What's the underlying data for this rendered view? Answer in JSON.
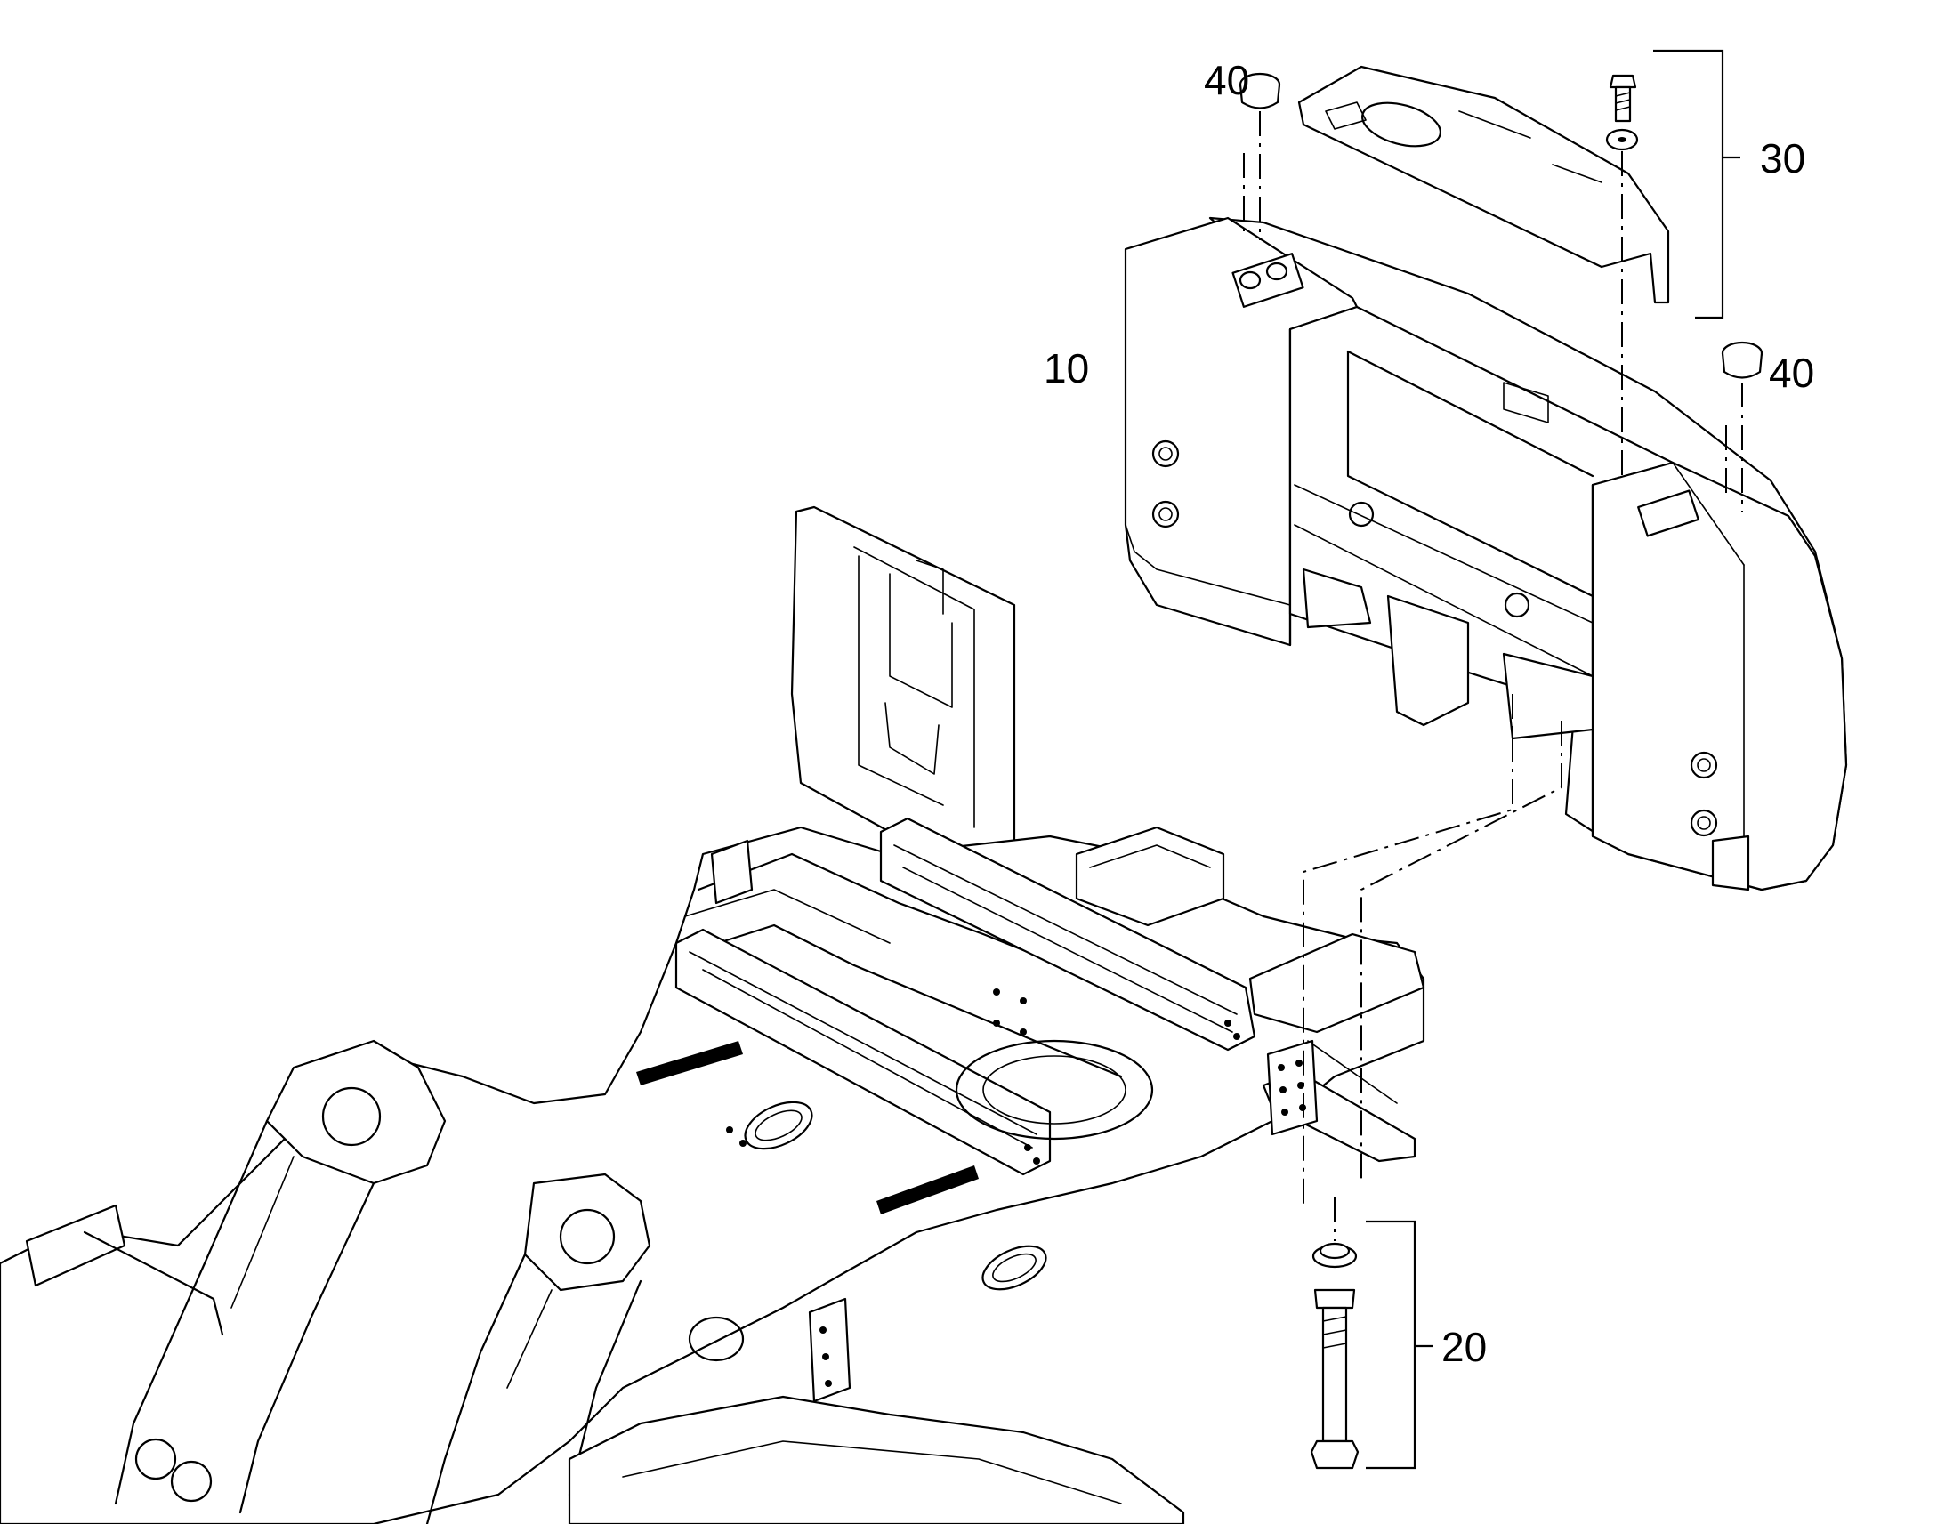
{
  "diagram": {
    "callouts": [
      {
        "id": "part-10",
        "label": "10"
      },
      {
        "id": "part-20",
        "label": "20"
      },
      {
        "id": "part-30",
        "label": "30"
      },
      {
        "id": "part-40-left",
        "label": "40"
      },
      {
        "id": "part-40-right",
        "label": "40"
      }
    ],
    "colors": {
      "line": "#000000",
      "background": "#ffffff"
    }
  }
}
